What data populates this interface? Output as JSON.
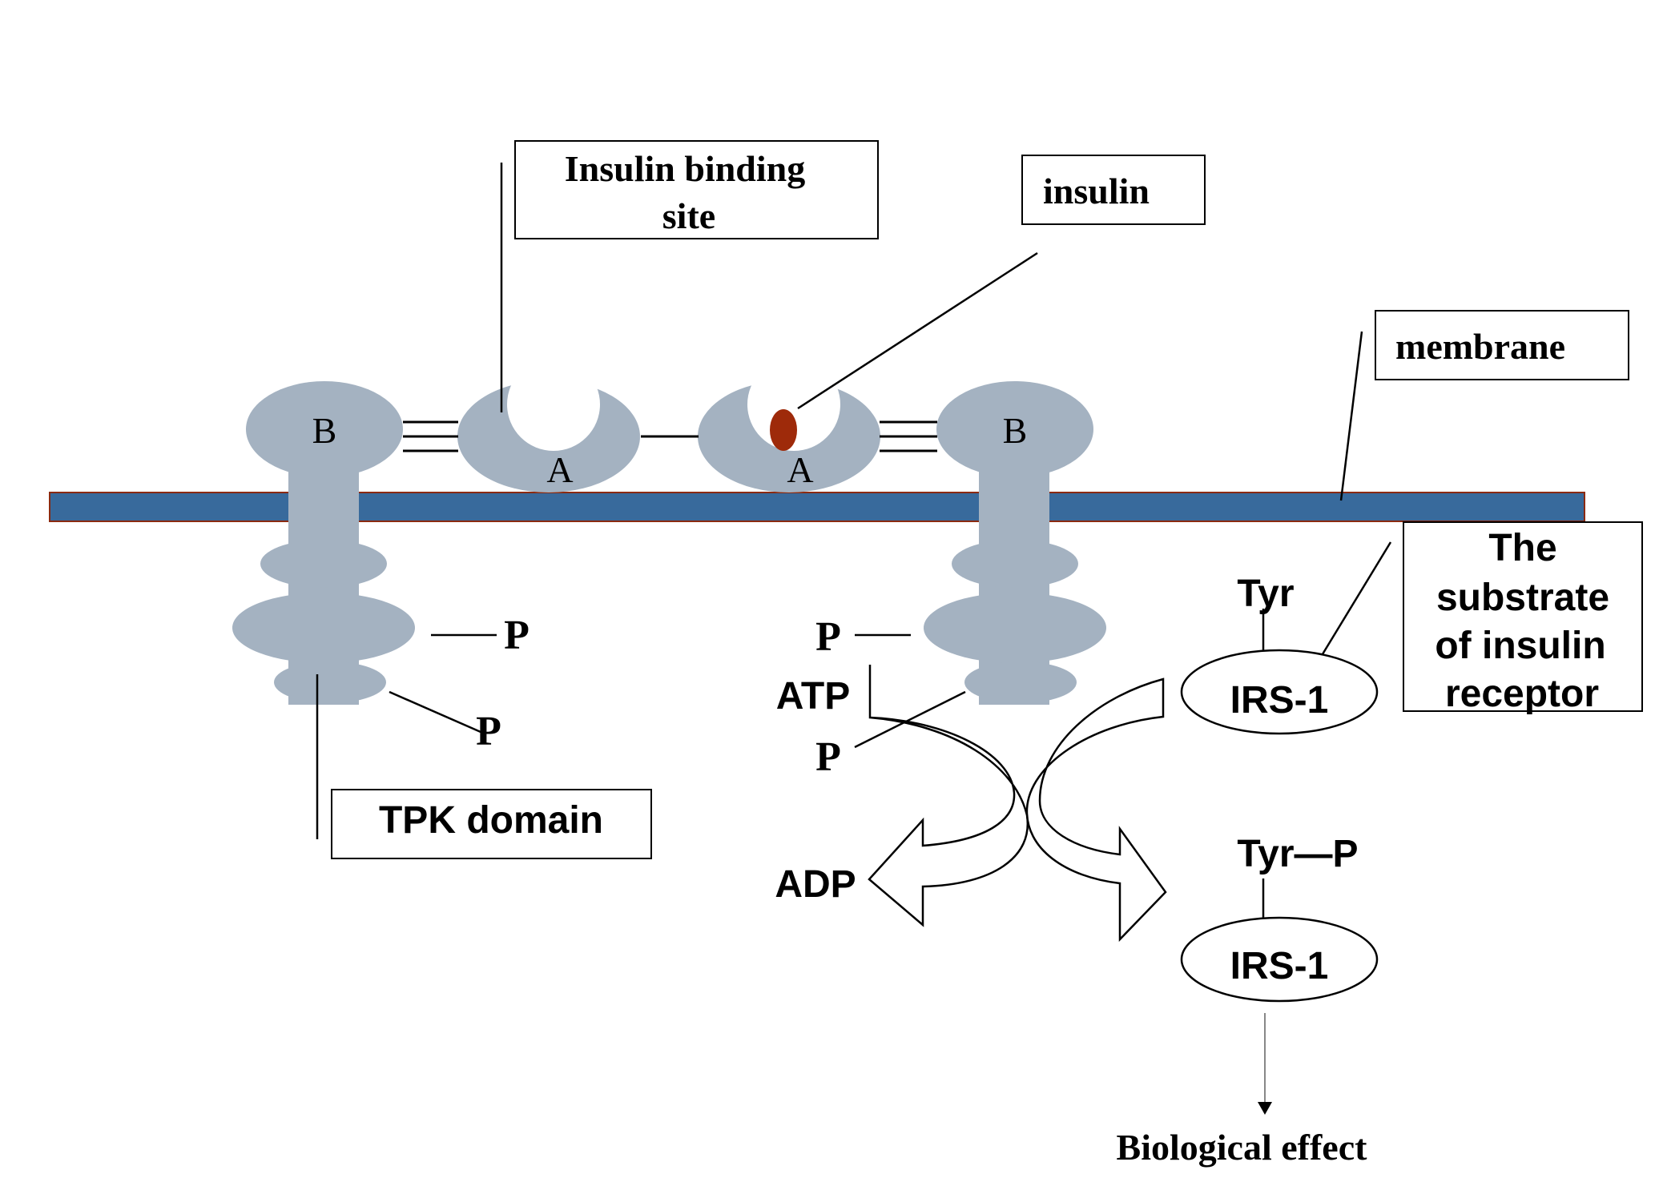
{
  "colors": {
    "protein": "#a4b2c1",
    "membrane_fill": "#386a9c",
    "membrane_edge": "#8b2a10",
    "insulin": "#9e2a0a",
    "line": "#000000"
  },
  "labels": {
    "insulin_binding_site": [
      "Insulin binding",
      "site"
    ],
    "insulin": "insulin",
    "membrane": "membrane",
    "substrate": [
      "The",
      "substrate",
      "of insulin",
      "receptor"
    ],
    "tpk_domain": "TPK domain",
    "subunit_b_left": "B",
    "subunit_b_right": "B",
    "subunit_a_left": "A",
    "subunit_a_right": "A",
    "p_left_upper": "P",
    "p_left_lower": "P",
    "p_right_upper": "P",
    "p_right_lower": "P",
    "atp": "ATP",
    "adp": "ADP",
    "tyr": "Tyr",
    "tyr_p": "Tyr—P",
    "irs1_top": "IRS-1",
    "irs1_bottom": "IRS-1",
    "biological_effect": "Biological effect"
  }
}
